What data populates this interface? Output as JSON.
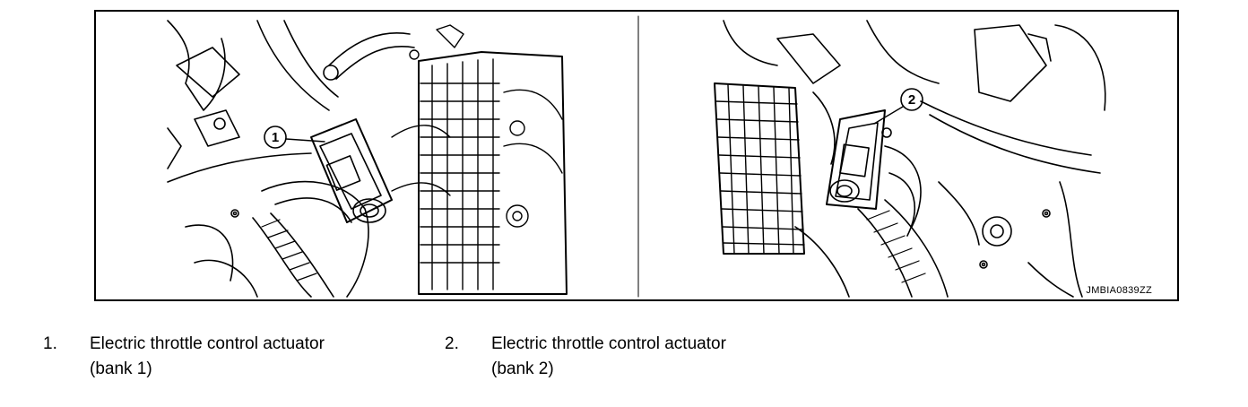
{
  "figure": {
    "image_id": "JMBIA0839ZZ",
    "callouts": [
      "1",
      "2"
    ]
  },
  "legend": [
    {
      "number": "1.",
      "line1": "Electric throttle control actuator",
      "line2": "(bank 1)"
    },
    {
      "number": "2.",
      "line1": "Electric throttle control actuator",
      "line2": "(bank 2)"
    }
  ]
}
